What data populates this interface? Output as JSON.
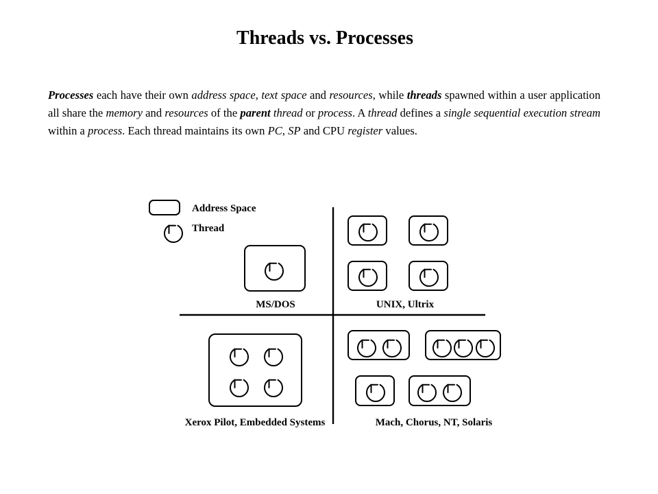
{
  "title": "Threads vs. Processes",
  "paragraph": [
    {
      "t": "Processes",
      "s": "bit"
    },
    {
      "t": " each have their own ",
      "s": ""
    },
    {
      "t": "address space",
      "s": "it"
    },
    {
      "t": ", ",
      "s": ""
    },
    {
      "t": "text space",
      "s": "it"
    },
    {
      "t": " and ",
      "s": ""
    },
    {
      "t": "resources",
      "s": "it"
    },
    {
      "t": ", while ",
      "s": ""
    },
    {
      "t": "threads",
      "s": "bit"
    },
    {
      "t": " spawned within a user application all share the ",
      "s": ""
    },
    {
      "t": "memory",
      "s": "it"
    },
    {
      "t": " and ",
      "s": ""
    },
    {
      "t": "resources",
      "s": "it"
    },
    {
      "t": " of the ",
      "s": ""
    },
    {
      "t": "parent",
      "s": "bit"
    },
    {
      "t": " ",
      "s": ""
    },
    {
      "t": "thread",
      "s": "it"
    },
    {
      "t": " or ",
      "s": ""
    },
    {
      "t": "process",
      "s": "it"
    },
    {
      "t": ".  A ",
      "s": ""
    },
    {
      "t": "thread",
      "s": "it"
    },
    {
      "t": " defines a ",
      "s": ""
    },
    {
      "t": "single sequential execution stream",
      "s": "it"
    },
    {
      "t": " within a ",
      "s": ""
    },
    {
      "t": "process",
      "s": "it"
    },
    {
      "t": ".  Each thread maintains its own ",
      "s": ""
    },
    {
      "t": "PC",
      "s": "it"
    },
    {
      "t": ", ",
      "s": ""
    },
    {
      "t": "SP",
      "s": "it"
    },
    {
      "t": " and CPU ",
      "s": ""
    },
    {
      "t": "register",
      "s": "it"
    },
    {
      "t": " values.",
      "s": ""
    }
  ],
  "legend": {
    "address_space": "Address Space",
    "thread": "Thread"
  },
  "quadrants": {
    "top_left": "MS/DOS",
    "top_right": "UNIX, Ultrix",
    "bottom_left": "Xerox Pilot, Embedded Systems",
    "bottom_right": "Mach, Chorus, NT, Solaris"
  }
}
